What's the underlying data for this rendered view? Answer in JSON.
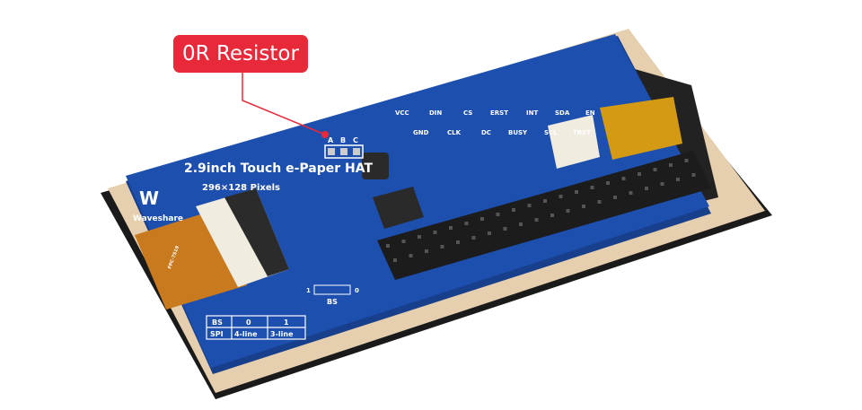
{
  "callout": {
    "label": "0R Resistor",
    "color": "#e8293a"
  },
  "board": {
    "title": "2.9inch Touch e-Paper HAT",
    "subtitle": "296×128 Pixels",
    "brand": "Waveshare",
    "resistor_labels": [
      "A",
      "B",
      "C"
    ],
    "pins_top": [
      "VCC",
      "DIN",
      "CS",
      "ERST",
      "INT",
      "SDA",
      "EN"
    ],
    "pins_bottom": [
      "GND",
      "CLK",
      "DC",
      "BUSY",
      "SCL",
      "TRST"
    ],
    "bs_switch": {
      "label": "BS",
      "left": "1",
      "right": "0"
    },
    "bs_table": {
      "rows": [
        [
          "BS",
          "0",
          "1"
        ],
        [
          "SPI",
          "4-line",
          "3-line"
        ]
      ]
    },
    "fpc_text": "FPC-7519",
    "colors": {
      "pcb": "#1d4fae",
      "backing": "#e6cfae",
      "display": "#1a1a1a",
      "fpc": "#c97a1e"
    }
  }
}
